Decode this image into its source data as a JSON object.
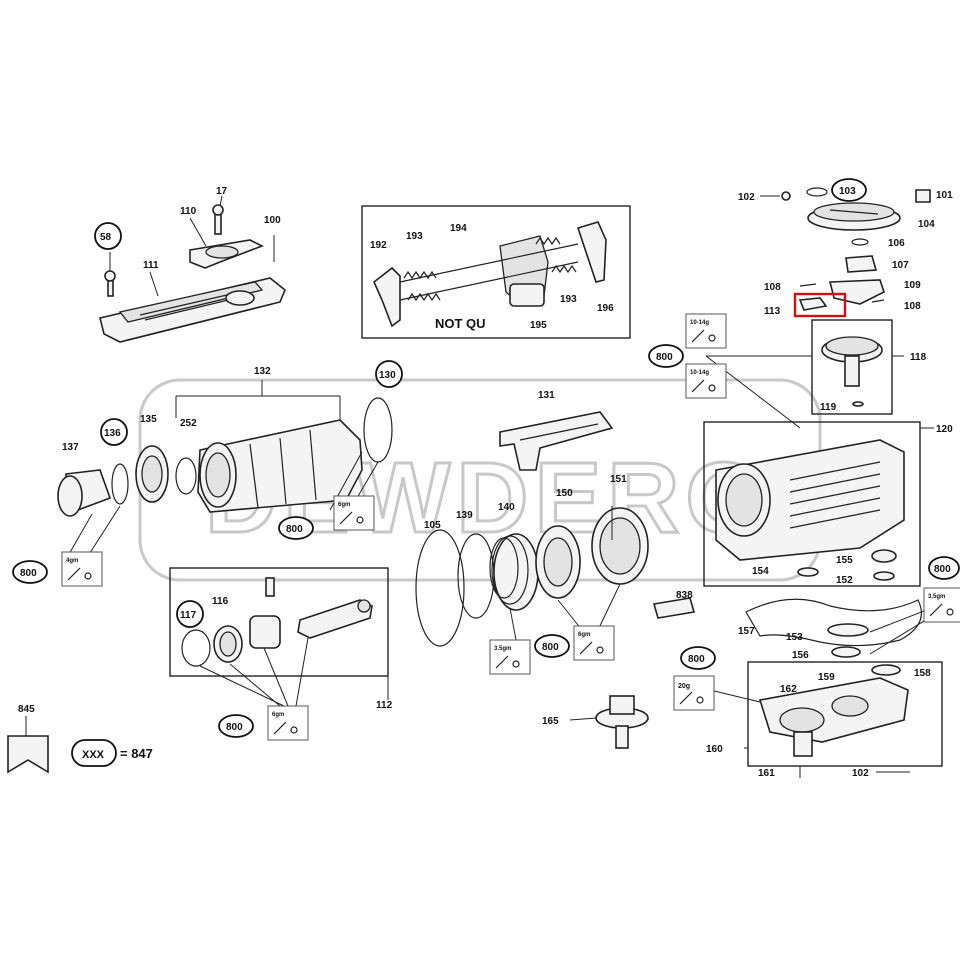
{
  "watermark": "DEWDERO",
  "callouts": {
    "c17": "17",
    "c58": "58",
    "c100": "100",
    "c110": "110",
    "c111": "111",
    "c192": "192",
    "c193a": "193",
    "c194": "194",
    "c193b": "193",
    "c195": "195",
    "c196": "196",
    "not_qu": "NOT QU",
    "c102a": "102",
    "c103": "103",
    "c101": "101",
    "c104": "104",
    "c106": "106",
    "c107": "107",
    "c108a": "108",
    "c109": "109",
    "c108b": "108",
    "c113": "113",
    "c118": "118",
    "c119": "119",
    "c120": "120",
    "c132": "132",
    "c130": "130",
    "c131": "131",
    "c137": "137",
    "c136": "136",
    "c135": "135",
    "c252": "252",
    "c105": "105",
    "c139": "139",
    "c140": "140",
    "c150": "150",
    "c151": "151",
    "c155": "155",
    "c154": "154",
    "c152": "152",
    "c838": "838",
    "c157": "157",
    "c153": "153",
    "c156": "156",
    "c117": "117",
    "c116": "116",
    "c112": "112",
    "c159": "159",
    "c158": "158",
    "c162": "162",
    "c165": "165",
    "c160": "160",
    "c161": "161",
    "c102b": "102",
    "c845": "845",
    "legend_xxx": "XXX",
    "legend_eq": "= 847",
    "c800_a": "800",
    "c800_b": "800",
    "c800_c": "800",
    "c800_d": "800",
    "c800_e": "800",
    "c800_f": "800",
    "c800_g": "800"
  },
  "grease_badges": {
    "g1": "10-14g",
    "g2": "10-14g",
    "g3": "6gm",
    "g4": "4gm",
    "g5": "6gm",
    "g6": "3.5gm",
    "g7": "6gm",
    "g8": "20g",
    "g9": "3.5gm"
  }
}
